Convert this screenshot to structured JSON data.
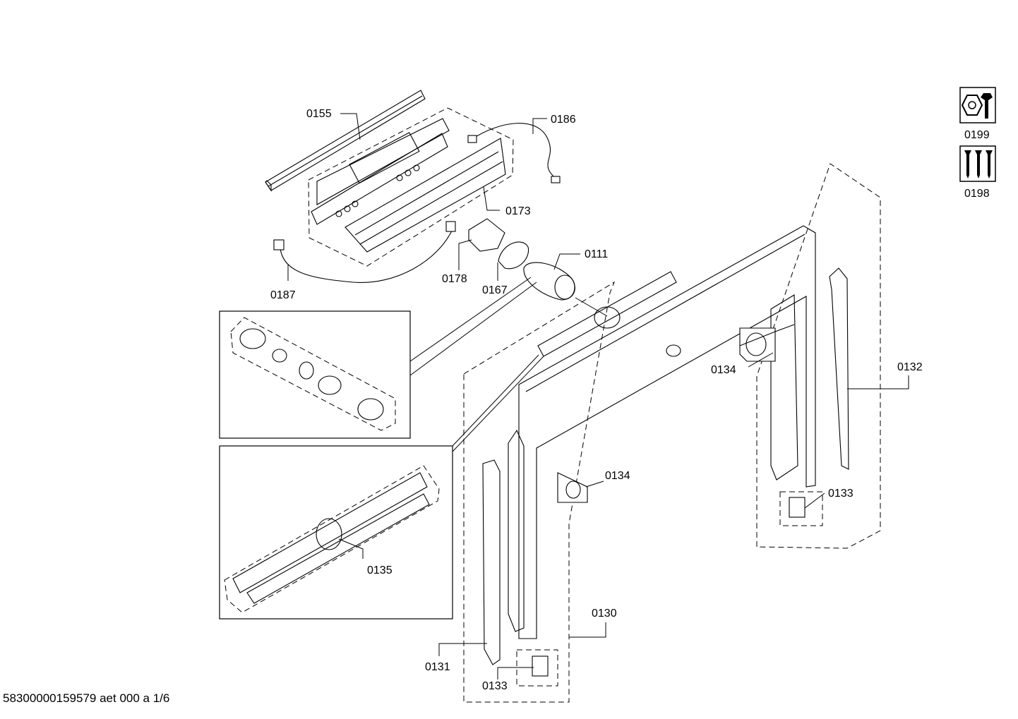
{
  "document_id": "58300000159579 aet 000 a 1/6",
  "callouts": [
    {
      "id": "c0155",
      "label": "0155"
    },
    {
      "id": "c0186",
      "label": "0186"
    },
    {
      "id": "c0173",
      "label": "0173"
    },
    {
      "id": "c0187",
      "label": "0187"
    },
    {
      "id": "c0178",
      "label": "0178"
    },
    {
      "id": "c0167",
      "label": "0167"
    },
    {
      "id": "c0111",
      "label": "0111"
    },
    {
      "id": "c0134a",
      "label": "0134"
    },
    {
      "id": "c0132",
      "label": "0132"
    },
    {
      "id": "c0134b",
      "label": "0134"
    },
    {
      "id": "c0133a",
      "label": "0133"
    },
    {
      "id": "c0135",
      "label": "0135"
    },
    {
      "id": "c0130",
      "label": "0130"
    },
    {
      "id": "c0131",
      "label": "0131"
    },
    {
      "id": "c0133b",
      "label": "0133"
    }
  ],
  "icons": [
    {
      "name": "tool-wrench-icon",
      "label": "0199"
    },
    {
      "name": "screws-icon",
      "label": "0198"
    }
  ]
}
